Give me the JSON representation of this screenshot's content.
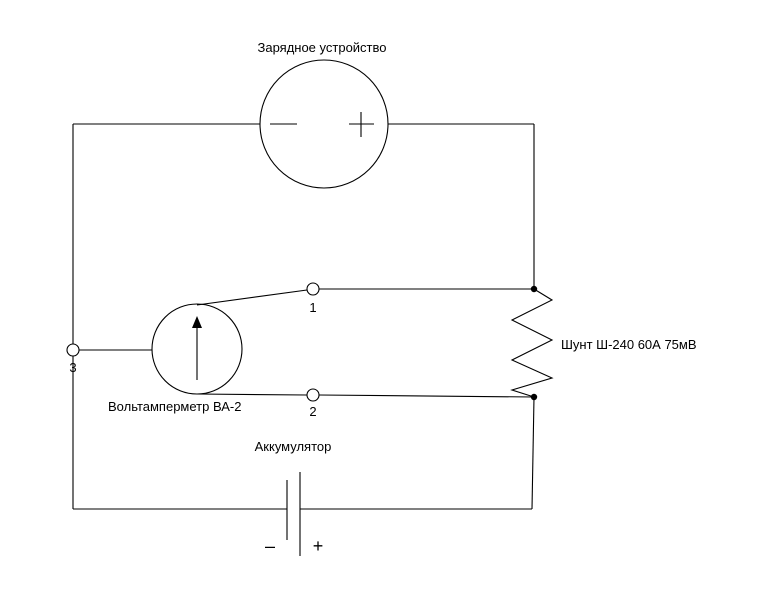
{
  "labels": {
    "charger": "Зарядное устройство",
    "shunt": "Шунт Ш-240 60А 75мВ",
    "meter": "Вольтамперметр ВА-2",
    "battery": "Аккумулятор"
  },
  "terminals": {
    "t1": "1",
    "t2": "2",
    "t3": "3"
  },
  "signs": {
    "minus": "–",
    "plus": "+"
  }
}
